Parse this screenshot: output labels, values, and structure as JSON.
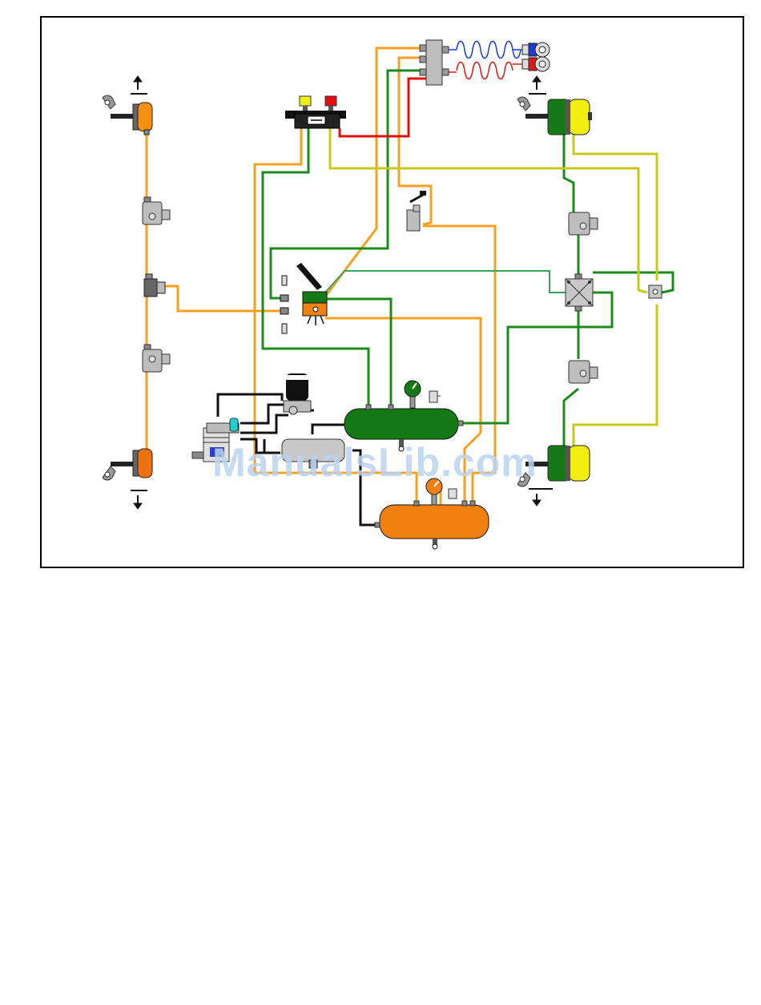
{
  "watermark": {
    "text": "ManualsLib.com"
  },
  "colors": {
    "emergency_line": "#f5a020",
    "service_line": "#1e8a1e",
    "supply_line": "#d8d820",
    "control_line": "#e01010",
    "coil_blue": "#1f3bd6",
    "coil_red": "#e01818",
    "tank_green": "#157a15",
    "tank_orange": "#f08010",
    "valve_grey": "#c0c0c0",
    "chamber_yellow": "#f2ee10",
    "chamber_orange": "#f59010"
  },
  "components": [
    {
      "id": "trailer-hand-valve",
      "icon": "control-valve-block"
    },
    {
      "id": "gladhand-coupling-service",
      "icon": "gladhand-blue"
    },
    {
      "id": "gladhand-coupling-emergency",
      "icon": "gladhand-red"
    },
    {
      "id": "foot-brake-valve",
      "icon": "treadle-valve"
    },
    {
      "id": "air-compressor",
      "icon": "compressor"
    },
    {
      "id": "air-dryer",
      "icon": "air-dryer"
    },
    {
      "id": "service-reservoir",
      "icon": "tank-green"
    },
    {
      "id": "supply-reservoir",
      "icon": "tank-orange"
    },
    {
      "id": "relay-valve",
      "icon": "relay-valve"
    },
    {
      "id": "front-brake-chambers",
      "icon": "brake-chamber-orange"
    },
    {
      "id": "rear-spring-brake-chambers",
      "icon": "spring-brake-chamber"
    }
  ]
}
